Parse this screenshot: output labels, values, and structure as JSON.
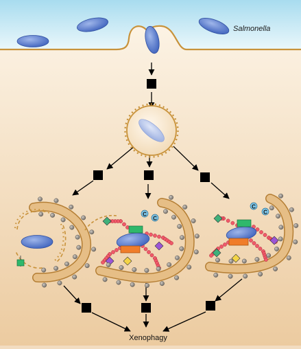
{
  "labels": {
    "bacterium": "Salmonella",
    "outcome": "Xenophagy",
    "ub_symbol": "C"
  },
  "colors": {
    "extracellular_top": "#b9e4f2",
    "extracellular_bottom": "#eaf7fb",
    "cytosol_top": "#fdf6ea",
    "cytosol_bottom": "#eccba0",
    "membrane": "#c8923a",
    "bacterium_fill": "#4f74c9",
    "bacterium_light": "#9fb6ea",
    "phagophore_fill": "#e6be86",
    "lc3_dot": "#8a8580",
    "ubiquitin_chain": "#f05a6a",
    "receptor_green": "#2fb86b",
    "receptor_orange": "#f07d2a",
    "square_marker": "#000000"
  },
  "icons": [
    "square-marker-icon",
    "arrow-icon",
    "bacterium-icon",
    "vacuole-icon",
    "phagophore-icon",
    "ubiquitin-chain-icon",
    "lc3-dot-icon"
  ]
}
